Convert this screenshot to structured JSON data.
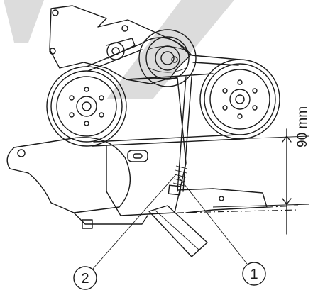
{
  "diagram": {
    "dimension_label": "90 mm",
    "callouts": [
      {
        "id": "1",
        "label": "1"
      },
      {
        "id": "2",
        "label": "2"
      }
    ],
    "colors": {
      "line": "#1a1a1a",
      "watermark": "#d9d9d9",
      "background": "#ffffff"
    }
  }
}
